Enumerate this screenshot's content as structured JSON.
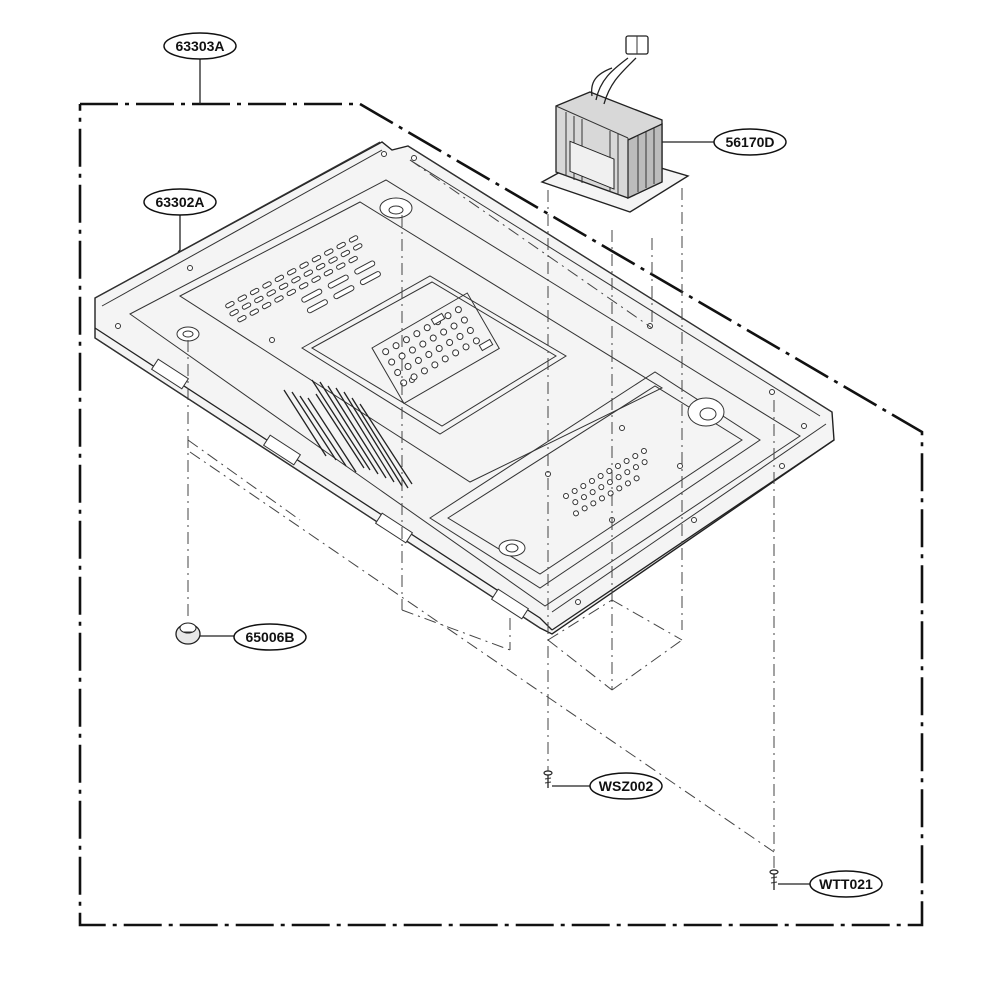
{
  "parts": {
    "outer_frame": "63303A",
    "base_plate": "63302A",
    "transformer": "56170D",
    "foot": "65006B",
    "screw_a": "WSZ002",
    "screw_b": "WTT021"
  }
}
